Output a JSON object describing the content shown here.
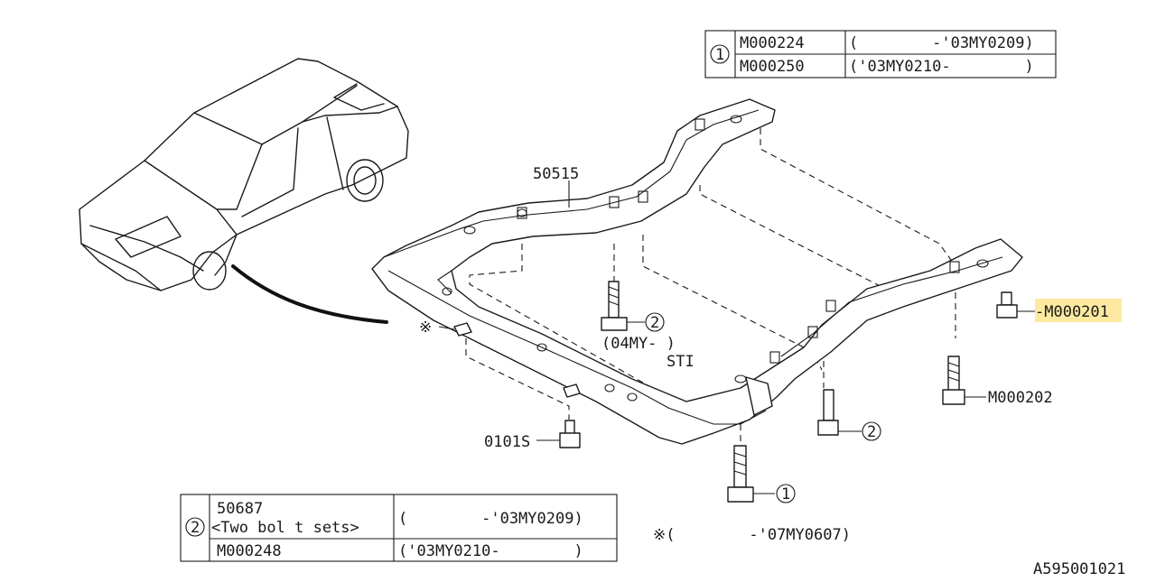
{
  "top_table": {
    "ref": "1",
    "rows": [
      {
        "part": "M000224",
        "range": "(        -'03MY0209)"
      },
      {
        "part": "M000250",
        "range": "('03MY0210-        )"
      }
    ]
  },
  "bottom_table": {
    "ref": "2",
    "rows": [
      {
        "part": "50687",
        "note": "<Two bol t sets>",
        "range": "(        -'03MY0209)"
      },
      {
        "part": "M000248",
        "note": "",
        "range": "('03MY0210-        )"
      }
    ]
  },
  "callouts": {
    "crossmember": "50515",
    "bolt_right_top": "-M000201",
    "bolt_right": "M000202",
    "bolt_left": "0101S",
    "ref_mid": "2",
    "ref_mid_note1": "(04MY-   )",
    "ref_mid_note2": "STI",
    "ref_bottom_right": "2",
    "ref_bottom": "1",
    "asterisk_mark": "※"
  },
  "footnote": "※(        -'07MY0607)",
  "diagram_id": "A595001021",
  "colors": {
    "highlight": "#fde9a0",
    "ink": "#1a1a1a"
  }
}
